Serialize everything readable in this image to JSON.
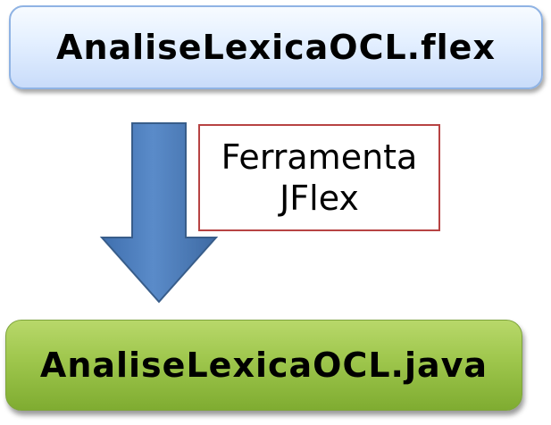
{
  "diagram": {
    "source_file": "AnaliseLexicaOCL.flex",
    "tool_label": [
      "Ferramenta",
      "JFlex"
    ],
    "output_file": "AnaliseLexicaOCL.java"
  },
  "colors": {
    "source_fill": "#dde9fc",
    "source_border": "#8fb3e4",
    "arrow_fill": "#4f81bd",
    "arrow_border": "#385d8a",
    "tool_border": "#b74343",
    "output_fill": "#9ec64c",
    "output_border": "#7ea43c"
  },
  "icons": {
    "flow_arrow": "down-arrow"
  }
}
